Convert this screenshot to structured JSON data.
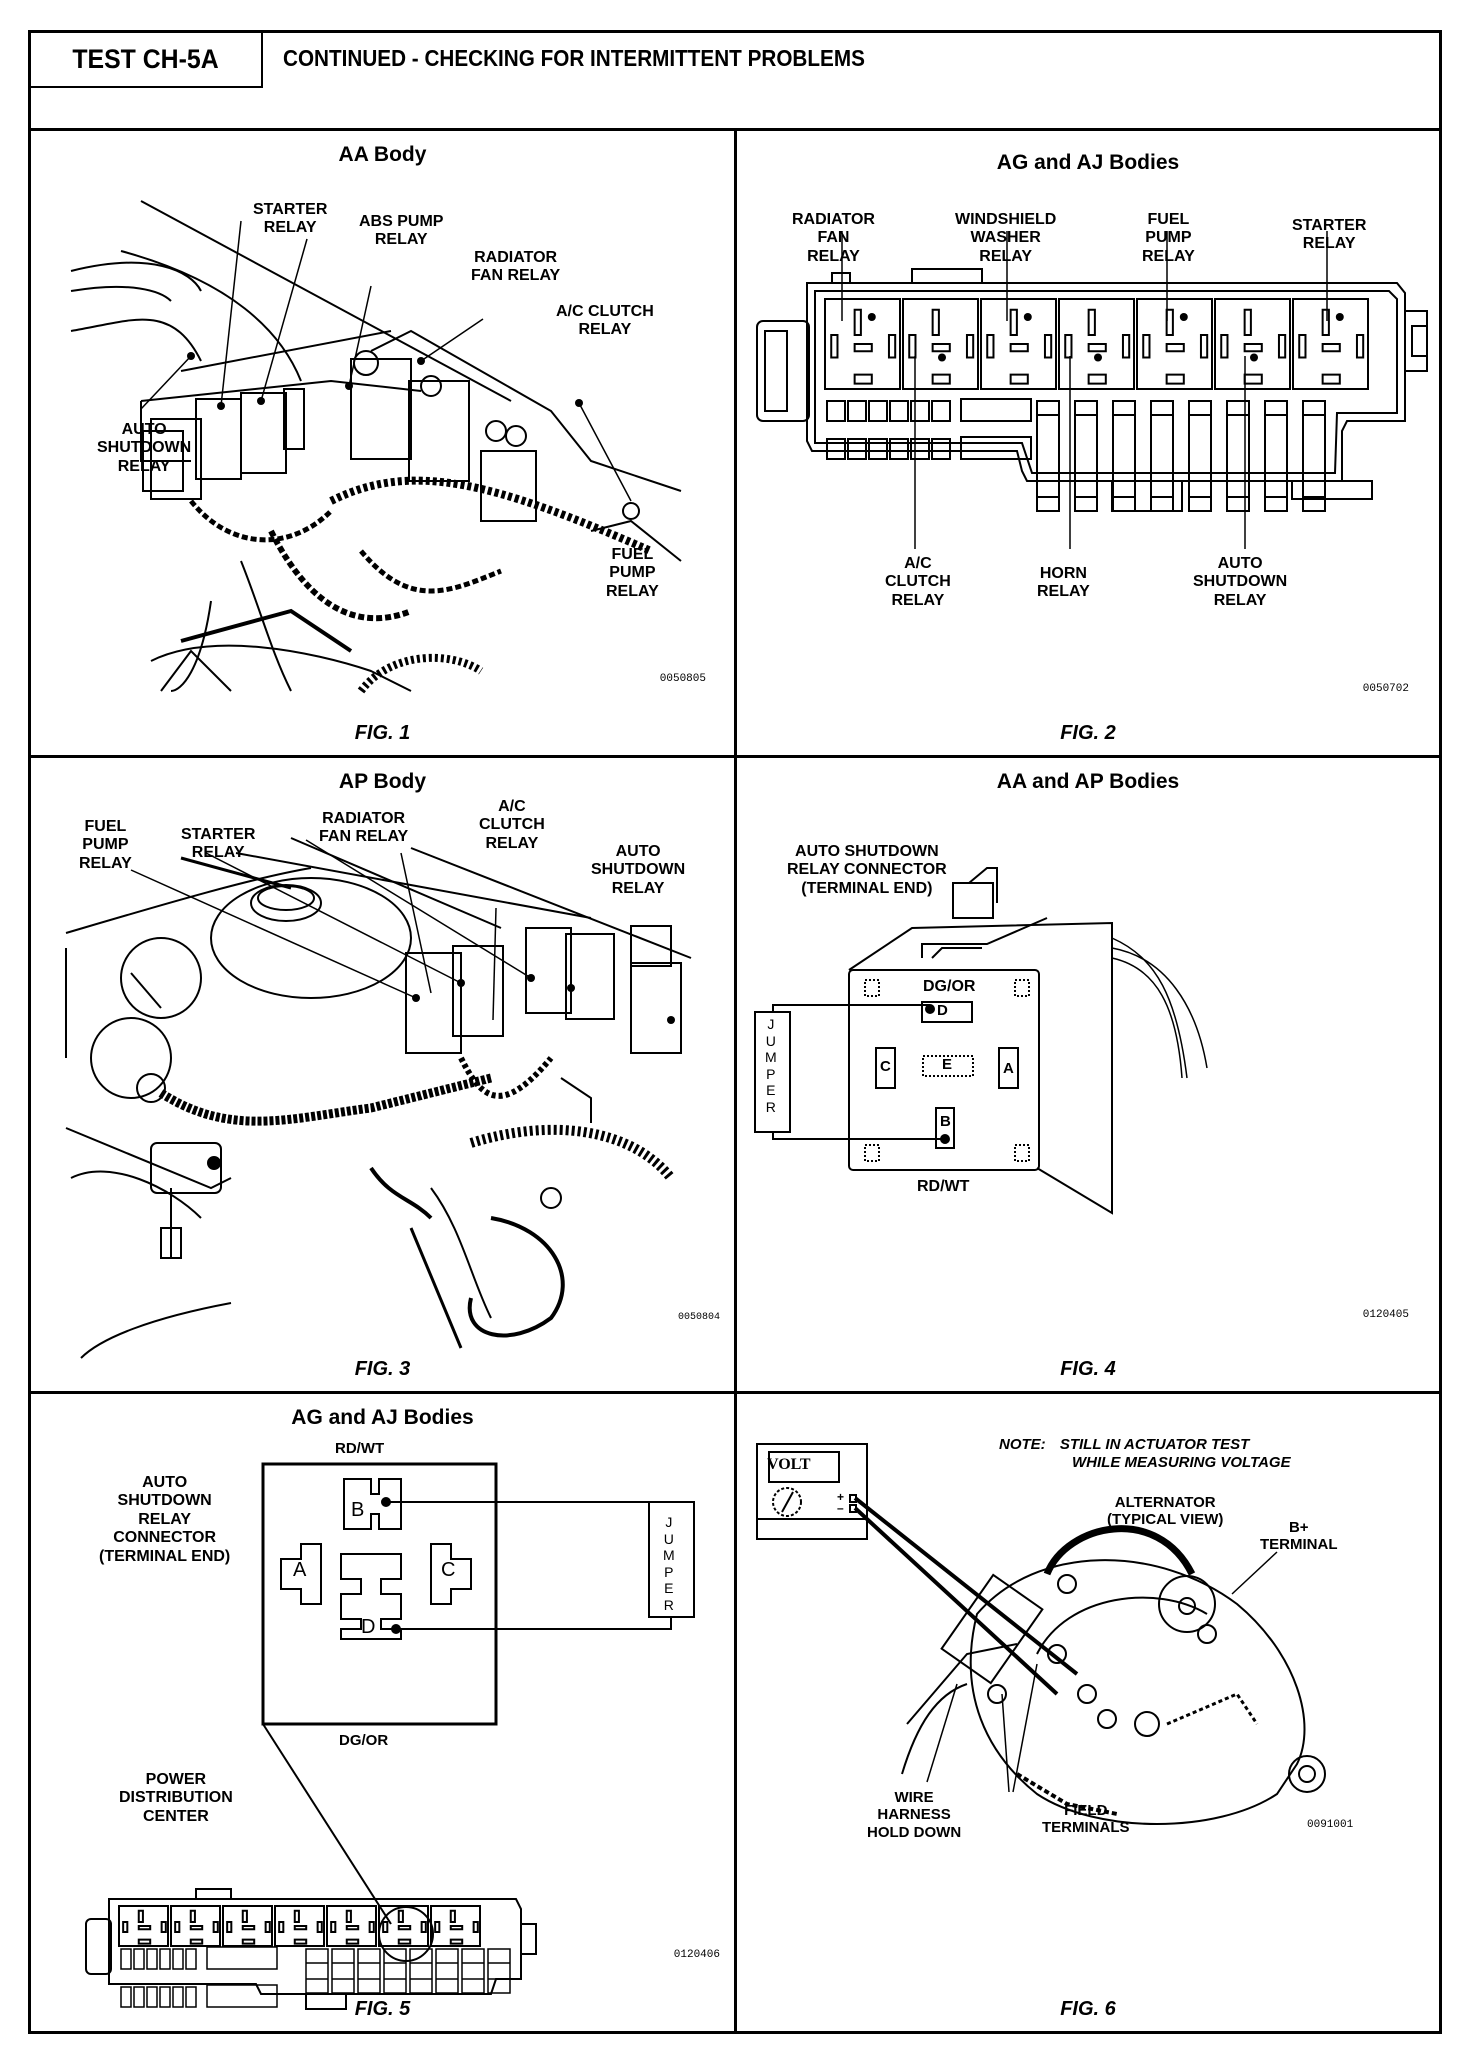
{
  "header": {
    "test_id": "TEST CH-5A",
    "title": "CONTINUED - CHECKING FOR INTERMITTENT PROBLEMS"
  },
  "figures": [
    {
      "heading": "AA Body",
      "caption": "FIG. 1",
      "code": "0050805",
      "labels": {
        "starter": "STARTER\nRELAY",
        "abs_pump": "ABS PUMP\nRELAY",
        "radiator_fan": "RADIATOR\nFAN RELAY",
        "ac_clutch": "A/C CLUTCH\nRELAY",
        "auto_shutdown": "AUTO\nSHUTDOWN\nRELAY",
        "fuel_pump": "FUEL\nPUMP\nRELAY"
      }
    },
    {
      "heading": "AG and AJ Bodies",
      "caption": "FIG. 2",
      "code": "0050702",
      "labels": {
        "radiator_fan": "RADIATOR\nFAN\nRELAY",
        "windshield_washer": "WINDSHIELD\nWASHER\nRELAY",
        "fuel_pump": "FUEL\nPUMP\nRELAY",
        "starter": "STARTER\nRELAY",
        "ac_clutch": "A/C\nCLUTCH\nRELAY",
        "horn": "HORN\nRELAY",
        "auto_shutdown": "AUTO\nSHUTDOWN\nRELAY"
      }
    },
    {
      "heading": "AP Body",
      "caption": "FIG. 3",
      "code": "0050804",
      "labels": {
        "fuel_pump": "FUEL\nPUMP\nRELAY",
        "starter": "STARTER\nRELAY",
        "radiator_fan": "RADIATOR\nFAN RELAY",
        "ac_clutch": "A/C\nCLUTCH\nRELAY",
        "auto_shutdown": "AUTO\nSHUTDOWN\nRELAY"
      }
    },
    {
      "heading": "AA and AP Bodies",
      "caption": "FIG. 4",
      "code": "0120405",
      "labels": {
        "connector": "AUTO SHUTDOWN\nRELAY CONNECTOR\n(TERMINAL END)",
        "top_wire": "DG/OR",
        "bottom_wire": "RD/WT",
        "jumper": "J\nU\nM\nP\nE\nR",
        "terminals": [
          "A",
          "B",
          "C",
          "D",
          "E"
        ]
      }
    },
    {
      "heading": "AG and AJ Bodies",
      "caption": "FIG. 5",
      "code": "0120406",
      "labels": {
        "top_wire": "RD/WT",
        "bottom_wire": "DG/OR",
        "connector": "AUTO\nSHUTDOWN\nRELAY\nCONNECTOR\n(TERMINAL END)",
        "pdc": "POWER\nDISTRIBUTION\nCENTER",
        "jumper": "J\nU\nM\nP\nE\nR",
        "terminals": [
          "A",
          "B",
          "C",
          "D"
        ]
      }
    },
    {
      "heading": "",
      "caption": "FIG. 6",
      "code": "0091001",
      "labels": {
        "note_prefix": "NOTE:",
        "note_line1": "STILL IN ACTUATOR TEST",
        "note_line2": "WHILE MEASURING VOLTAGE",
        "meter_display": "VOLT",
        "meter_plus": "+",
        "meter_minus": "–",
        "alternator": "ALTERNATOR\n(TYPICAL VIEW)",
        "b_plus": "B+\nTERMINAL",
        "wire_harness": "WIRE\nHARNESS\nHOLD DOWN",
        "field_terminals": "FIELD\nTERMINALS"
      }
    }
  ]
}
